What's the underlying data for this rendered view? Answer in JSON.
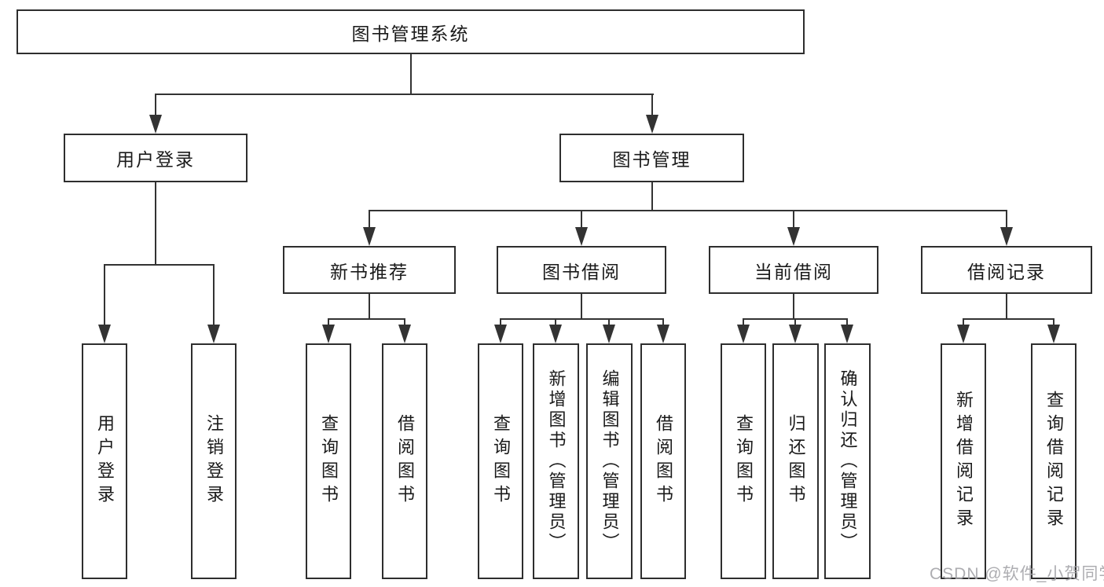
{
  "tree": {
    "root": {
      "label": "图书管理系统"
    },
    "children": [
      {
        "label": "用户登录",
        "children": [
          {
            "label": "用户登录"
          },
          {
            "label": "注销登录"
          }
        ]
      },
      {
        "label": "图书管理",
        "children": [
          {
            "label": "新书推荐",
            "children": [
              {
                "label": "查询图书"
              },
              {
                "label": "借阅图书"
              }
            ]
          },
          {
            "label": "图书借阅",
            "children": [
              {
                "label": "查询图书"
              },
              {
                "label": "新增图书（管理员）"
              },
              {
                "label": "编辑图书（管理员）"
              },
              {
                "label": "借阅图书"
              }
            ]
          },
          {
            "label": "当前借阅",
            "children": [
              {
                "label": "查询图书"
              },
              {
                "label": "归还图书"
              },
              {
                "label": "确认归还（管理员）"
              }
            ]
          },
          {
            "label": "借阅记录",
            "children": [
              {
                "label": "新增借阅记录"
              },
              {
                "label": "查询借阅记录"
              }
            ]
          }
        ]
      }
    ]
  },
  "watermark": {
    "text": "CSDN @软件_小贺同学"
  },
  "colors": {
    "line": "#333333",
    "border": "#2e2e2e",
    "text": "#1a1a1a",
    "watermark": "#a2a2a6",
    "background": "#ffffff"
  }
}
